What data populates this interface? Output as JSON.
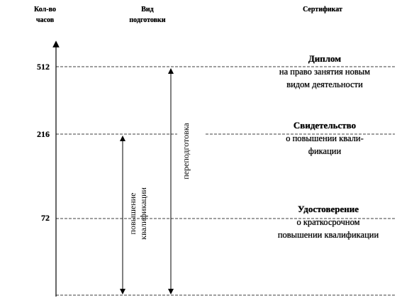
{
  "headers": {
    "hours": [
      "Кол-во",
      "часов"
    ],
    "type": [
      "Вид",
      "подготовки"
    ],
    "certificate": "Сертификат"
  },
  "ticks": [
    "512",
    "216",
    "72"
  ],
  "arrows": {
    "retraining": "переподготовка",
    "qualification": [
      "повышение",
      "квалификации"
    ]
  },
  "certificates": [
    {
      "title": "Диплом",
      "lines": [
        "на право занятия новым",
        "видом деятельности"
      ]
    },
    {
      "title": "Свидетельство",
      "lines": [
        "о повышении квали-",
        "фикации"
      ]
    },
    {
      "title": "Удостоверение",
      "lines": [
        "о краткосрочном",
        "повышении квалификации"
      ]
    }
  ]
}
